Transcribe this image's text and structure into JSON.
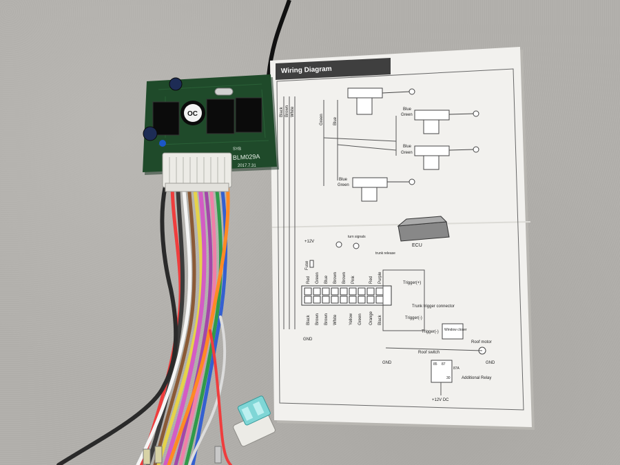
{
  "diagram": {
    "title": "Wiring Diagram",
    "left_column_labels": [
      "Black",
      "Brown",
      "White"
    ],
    "wire_labels": {
      "green": "Green",
      "blue": "Blue",
      "blue_green_1_top": "Blue",
      "blue_green_1_bottom": "Green",
      "blue_green_2_top": "Blue",
      "blue_green_2_bottom": "Green",
      "blue_green_3_top": "Blue",
      "blue_green_3_bottom": "Green"
    },
    "ecu_label": "ECU",
    "plus12v": "+12V",
    "turn_signals": "turn signals",
    "trunk_release": "trunk release",
    "fuse": "Fuse",
    "connector_top_labels": [
      "Red",
      "Green",
      "Blue",
      "Brown",
      "Brown",
      "Pink",
      "Red",
      "Purple"
    ],
    "connector_bottom_labels": [
      "Black",
      "Brown",
      "Brown",
      "White",
      "Yellow",
      "Green",
      "Orange",
      "Black"
    ],
    "trigger_plus": "Trigger(+)",
    "trunk_trigger_connector": "Trunk trigger connector",
    "trigger_minus": "Trigger(-)",
    "trigger_minus_2": "Trigger(-)",
    "window_closer": "Window closer",
    "roof_motor": "Roof motor",
    "roof_switch": "Roof switch",
    "gnd_1": "GND",
    "gnd_2": "GND",
    "gnd_3": "GND",
    "relay_pins": [
      "85",
      "87",
      "87A",
      "30"
    ],
    "additional_relay": "Additional Relay",
    "plus12v_dc": "+12V DC"
  },
  "pcb": {
    "model": "BLM029A",
    "date": "2017.7.31",
    "chip_mark": "OC",
    "small_mark": "SYB"
  },
  "colors": {
    "pcb_green": "#1f4a2a",
    "paper": "#f2f1ee",
    "connector": "#ecebe6",
    "fuse_blue": "#7fd6d6"
  }
}
